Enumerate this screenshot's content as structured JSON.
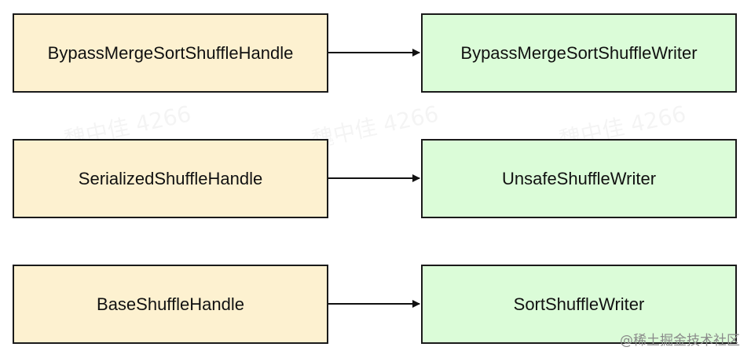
{
  "pairs": [
    {
      "handle": "BypassMergeSortShuffleHandle",
      "writer": "BypassMergeSortShuffleWriter"
    },
    {
      "handle": "SerializedShuffleHandle",
      "writer": "UnsafeShuffleWriter"
    },
    {
      "handle": "BaseShuffleHandle",
      "writer": "SortShuffleWriter"
    }
  ],
  "colors": {
    "handle_fill": "#fdf1d0",
    "writer_fill": "#dbfcd8",
    "stroke": "#1a1a1a"
  },
  "watermark": "魏中佳 4266",
  "footer": "@稀土掘金技术社区"
}
